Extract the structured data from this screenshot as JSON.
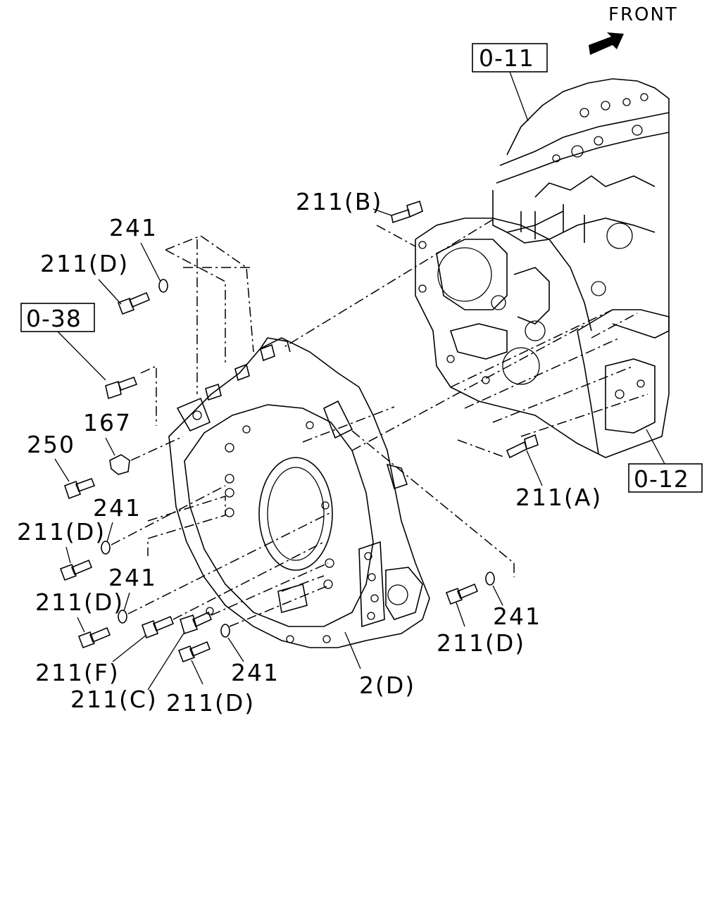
{
  "header": {
    "front_label": "FRONT"
  },
  "refs": {
    "r011": "0-11",
    "r038": "0-38",
    "r012": "0-12"
  },
  "labels": {
    "l211b": "211(B)",
    "l241a": "241",
    "l211d1": "211(D)",
    "l167": "167",
    "l250": "250",
    "l241b": "241",
    "l211d2": "211(D)",
    "l241c": "241",
    "l211d3": "211(D)",
    "l211f": "211(F)",
    "l211c": "211(C)",
    "l211d4": "211(D)",
    "l241d": "241",
    "l2d": "2(D)",
    "l211a": "211(A)",
    "l241e": "241",
    "l211d5": "211(D)"
  },
  "icons": {
    "front_arrow": "front-arrow-icon"
  }
}
